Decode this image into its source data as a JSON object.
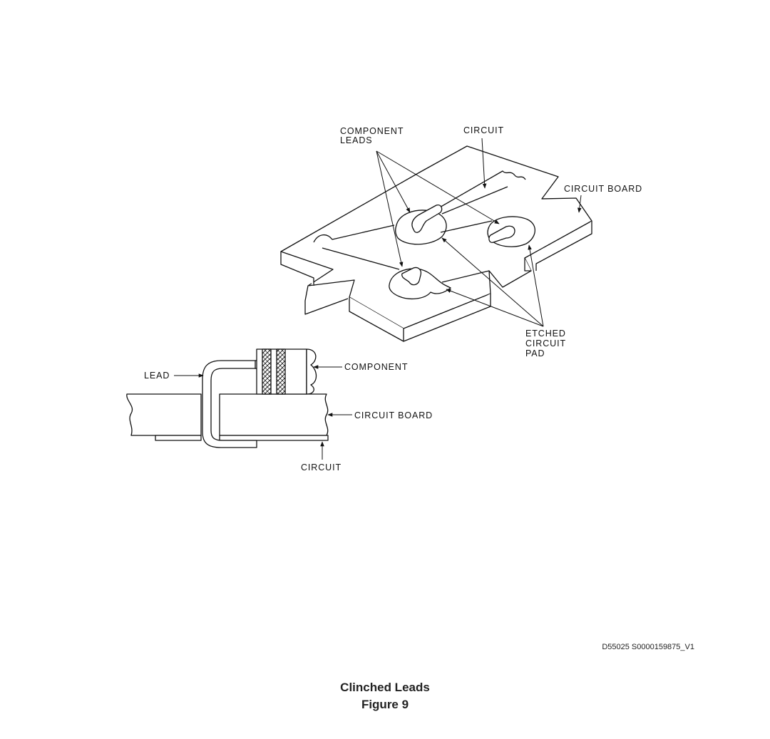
{
  "labels": {
    "component_leads": [
      "COMPONENT",
      "LEADS"
    ],
    "circuit_top": "CIRCUIT",
    "circuit_board_top": "CIRCUIT BOARD",
    "etched_circuit_pad": [
      "ETCHED",
      "CIRCUIT",
      "PAD"
    ],
    "lead": "LEAD",
    "component": "COMPONENT",
    "circuit_board_bottom": "CIRCUIT BOARD",
    "circuit_bottom": "CIRCUIT"
  },
  "reference_code": "D55025 S0000159875_V1",
  "caption": {
    "title": "Clinched Leads",
    "figure": "Figure 9"
  }
}
